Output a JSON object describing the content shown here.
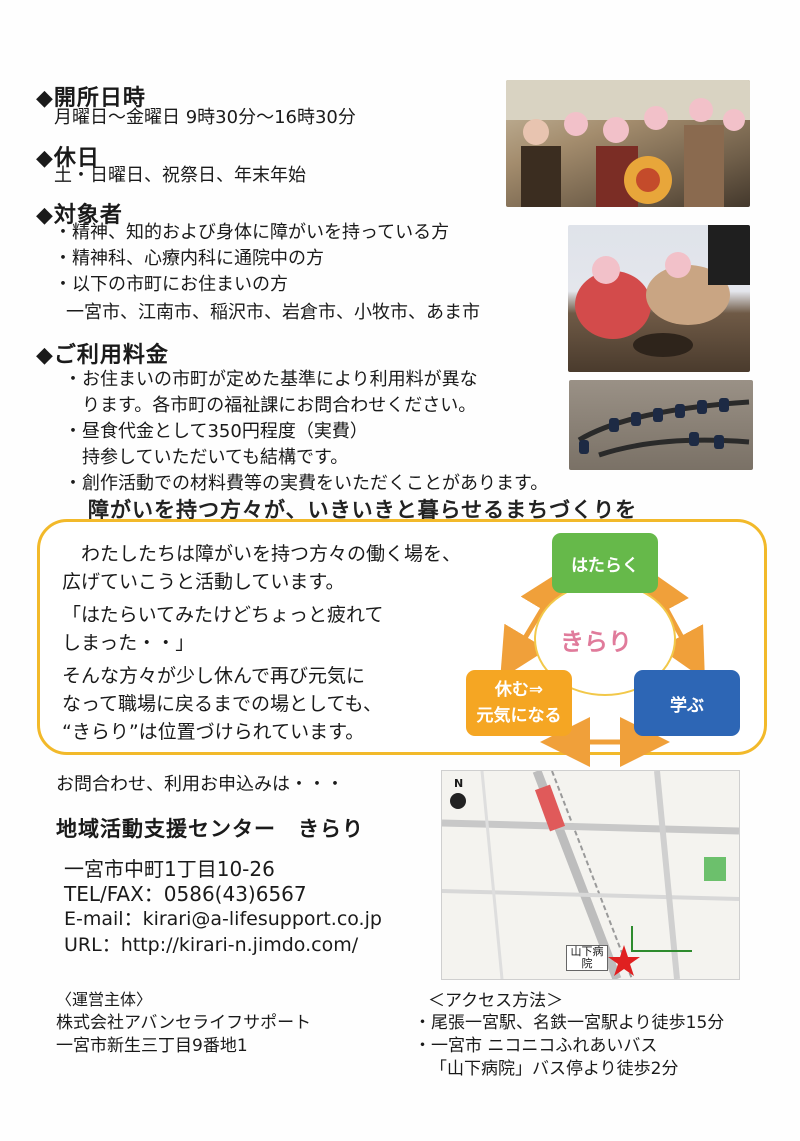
{
  "hours": {
    "heading": "◆開所日時",
    "text": "月曜日～金曜日 9時30分～16時30分"
  },
  "holidays": {
    "heading": "◆休日",
    "text": "土・日曜日、祝祭日、年末年始"
  },
  "target": {
    "heading": "◆対象者",
    "items": [
      "・精神、知的および身体に障がいを持っている方",
      "・精神科、心療内科に通院中の方",
      "・以下の市町にお住まいの方"
    ],
    "cities": "一宮市、江南市、稲沢市、岩倉市、小牧市、あま市"
  },
  "fees": {
    "heading": "◆ご利用料金",
    "lines": [
      "・お住まいの市町が定めた基準により利用料が異な",
      "　ります。各市町の福祉課にお問合わせください。",
      "・昼食代金として350円程度（実費）",
      "　持参していただいても結構です。",
      "・創作活動での材料費等の実費をいただくことがあります。"
    ]
  },
  "slogan": "障がいを持つ方々が、いきいきと暮らせるまちづくりを",
  "about": {
    "lines": [
      "　わたしたちは障がいを持つ方々の働く場を、",
      "広げていこうと活動しています。",
      "「はたらいてみたけどちょっと疲れて",
      "しまった・・」",
      "そんな方々が少し休んで再び元気に",
      "なって職場に戻るまでの場としても、",
      "“きらり”は位置づけられています。"
    ]
  },
  "cycle": {
    "center": "きらり",
    "work": "はたらく",
    "learn": "学ぶ",
    "rest": "休む⇒\n元気になる",
    "colors": {
      "work": "#66b94a",
      "learn": "#2d66b5",
      "rest": "#f5a623",
      "arrow": "#f0a03a",
      "center": "#e07b9b"
    }
  },
  "contact": {
    "intro": "お問合わせ、利用お申込みは・・・",
    "name": "地域活動支援センター　きらり",
    "address": "一宮市中町1丁目10-26",
    "tel": "TEL/FAX：0586(43)6567",
    "email": "E-mail：kirari@a-lifesupport.co.jp",
    "url": "URL：http://kirari-n.jimdo.com/"
  },
  "operator": {
    "heading": "〈運営主体〉",
    "name": "株式会社アバンセライフサポート",
    "address": "一宮市新生三丁目9番地1"
  },
  "access": {
    "heading": "＜アクセス方法＞",
    "lines": [
      "・尾張一宮駅、名鉄一宮駅より徒歩15分",
      "・一宮市 ニコニコふれあいバス",
      "「山下病院」バス停より徒歩2分"
    ]
  },
  "map": {
    "north": "N",
    "bus_stop": "山下病院"
  }
}
